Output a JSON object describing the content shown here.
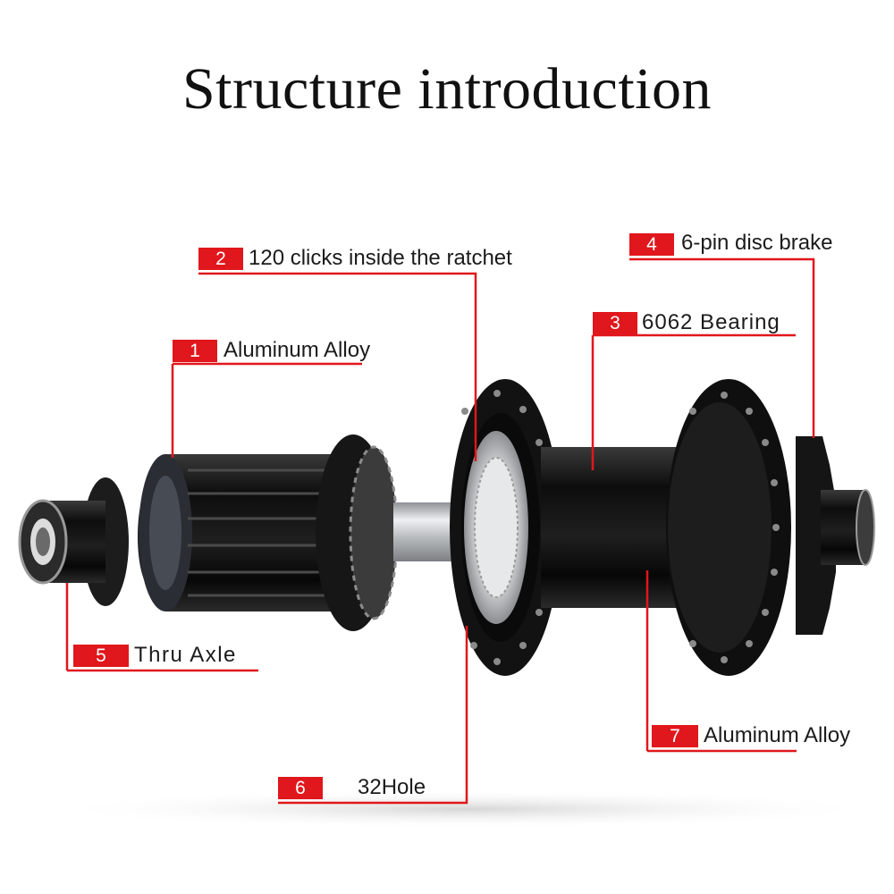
{
  "title": "Structure introduction",
  "callouts": [
    {
      "number": "1",
      "label": "Aluminum Alloy"
    },
    {
      "number": "2",
      "label": "120 clicks inside the ratchet"
    },
    {
      "number": "3",
      "label": "6062 Bearing"
    },
    {
      "number": "4",
      "label": "6-pin disc brake"
    },
    {
      "number": "5",
      "label": "Thru Axle"
    },
    {
      "number": "6",
      "label": "32Hole"
    },
    {
      "number": "7",
      "label": "Aluminum Alloy"
    }
  ],
  "colors": {
    "accent": "#e0171c",
    "hub": "#151515",
    "axle": "#c4c6c9"
  }
}
